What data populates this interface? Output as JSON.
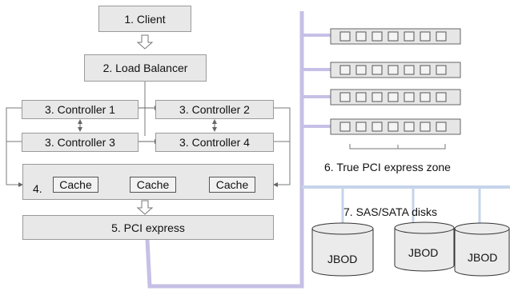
{
  "nodes": {
    "client": "1. Client",
    "load_balancer": "2. Load Balancer",
    "controller_1": "3. Controller 1",
    "controller_2": "3. Controller 2",
    "controller_3": "3. Controller 3",
    "controller_4": "3. Controller 4",
    "cache_group_label": "4.",
    "caches": [
      "Cache",
      "Cache",
      "Cache"
    ],
    "pci_express": "5. PCI express"
  },
  "zones": {
    "true_pci_label": "6. True PCI express zone",
    "sas_sata_label": "7. SAS/SATA disks"
  },
  "disks": [
    "JBOD",
    "JBOD",
    "JBOD"
  ],
  "colors": {
    "bus": "#c6c0e6",
    "box_fill": "#e8e8e8",
    "box_border": "#9a9a9a",
    "connector": "#7a7a7a",
    "disk_link": "#c5d4ea"
  }
}
